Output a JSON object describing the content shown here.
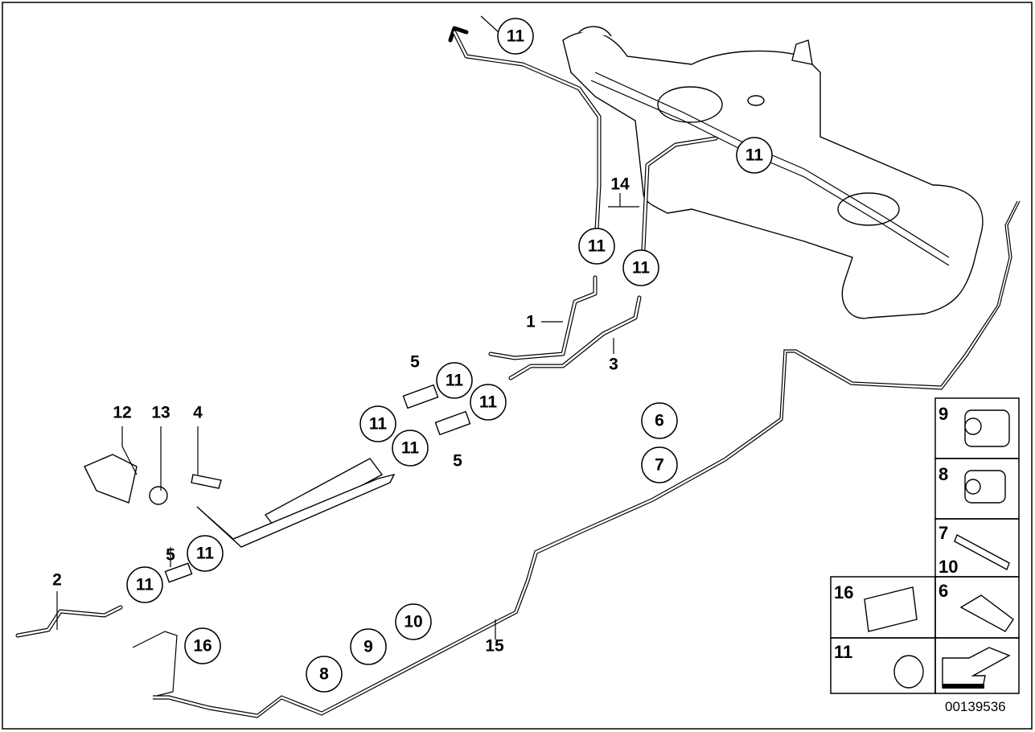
{
  "diagram_code": "00139536",
  "callouts_circled": [
    {
      "id": "c1",
      "text": "11"
    },
    {
      "id": "c2",
      "text": "11"
    },
    {
      "id": "c3",
      "text": "11"
    },
    {
      "id": "c4",
      "text": "11"
    },
    {
      "id": "c5",
      "text": "11"
    },
    {
      "id": "c6",
      "text": "11"
    },
    {
      "id": "c7",
      "text": "11"
    },
    {
      "id": "c8",
      "text": "11"
    },
    {
      "id": "c9",
      "text": "11"
    },
    {
      "id": "c10",
      "text": "11"
    },
    {
      "id": "c11",
      "text": "6"
    },
    {
      "id": "c12",
      "text": "7"
    },
    {
      "id": "c13",
      "text": "8"
    },
    {
      "id": "c14",
      "text": "9"
    },
    {
      "id": "c15",
      "text": "10"
    },
    {
      "id": "c16",
      "text": "16"
    }
  ],
  "labels": {
    "l1": "1",
    "l3": "3",
    "l5a": "5",
    "l5b": "5",
    "l5c": "5",
    "l12": "12",
    "l13": "13",
    "l4": "4",
    "l2": "2",
    "l14": "14",
    "l15": "15"
  },
  "legend_panels": [
    {
      "text": "9"
    },
    {
      "text": "8"
    },
    {
      "text": "7",
      "text2": "10"
    },
    {
      "text": "16"
    },
    {
      "text": "6"
    },
    {
      "text": "11"
    }
  ]
}
